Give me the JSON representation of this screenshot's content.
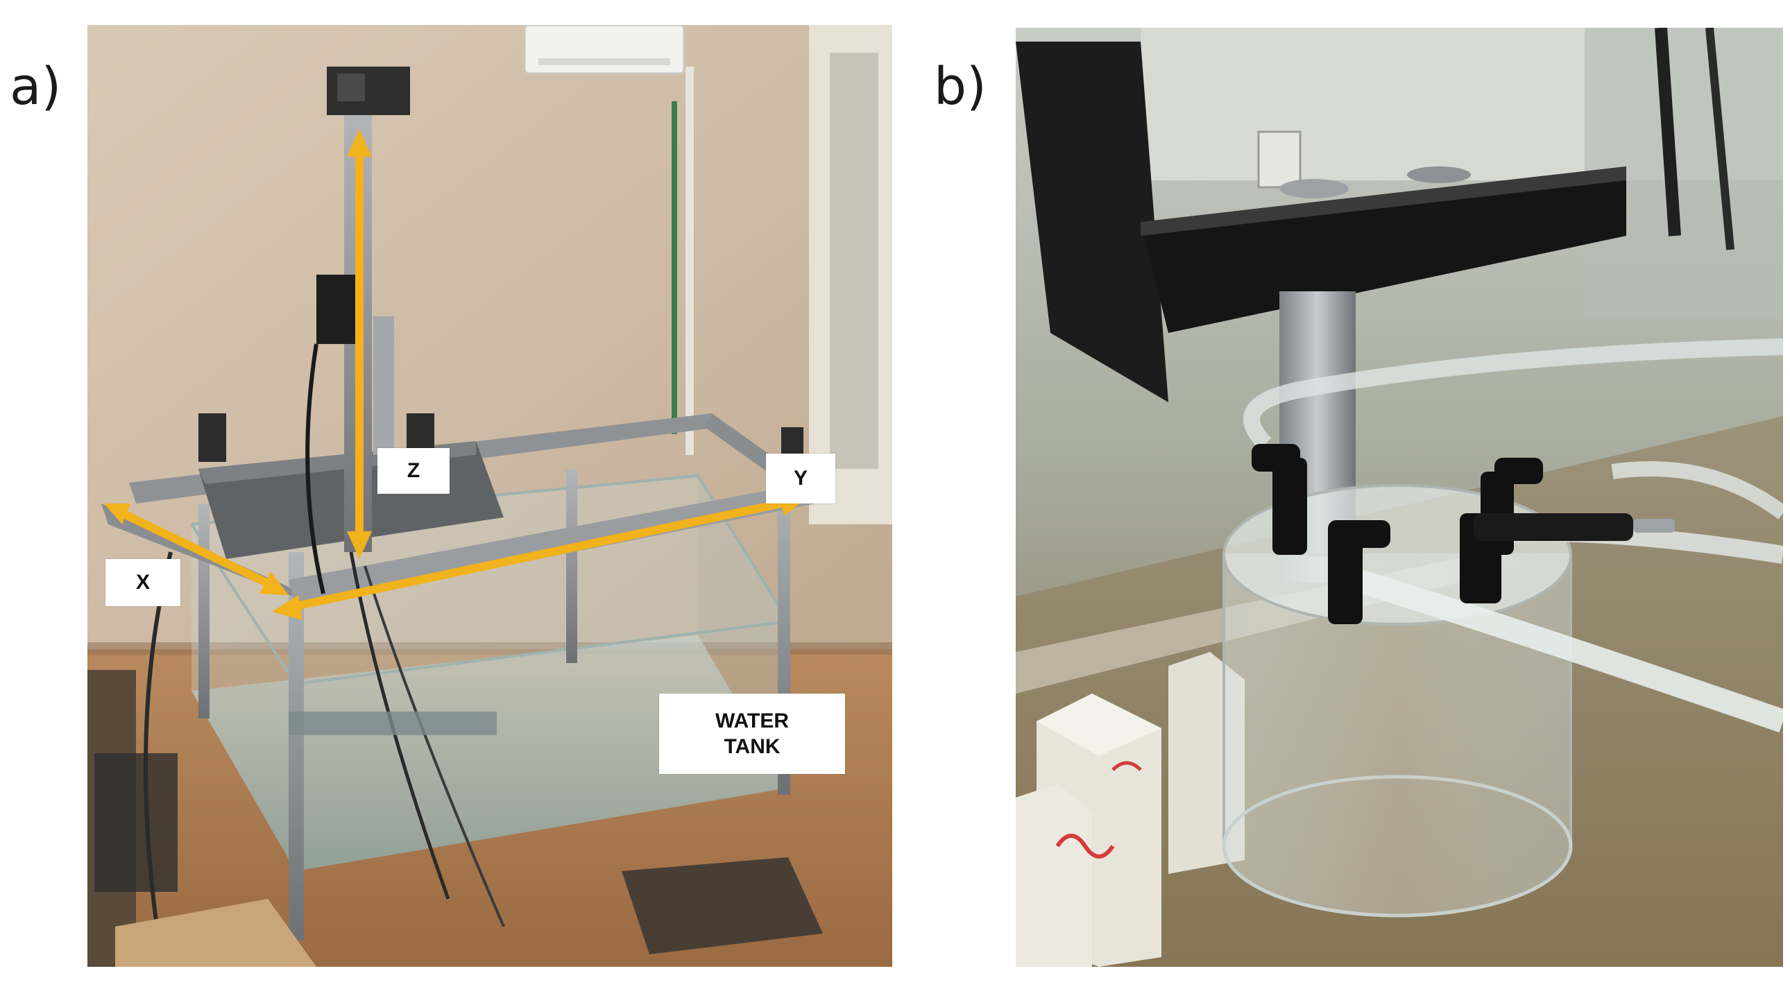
{
  "panels": {
    "a": {
      "letter": "a)",
      "labels": {
        "z": "Z",
        "y": "Y",
        "x": "X",
        "tank": "WATER\nTANK"
      },
      "arrow_color": "#F2B21B"
    },
    "b": {
      "letter": "b)"
    }
  }
}
